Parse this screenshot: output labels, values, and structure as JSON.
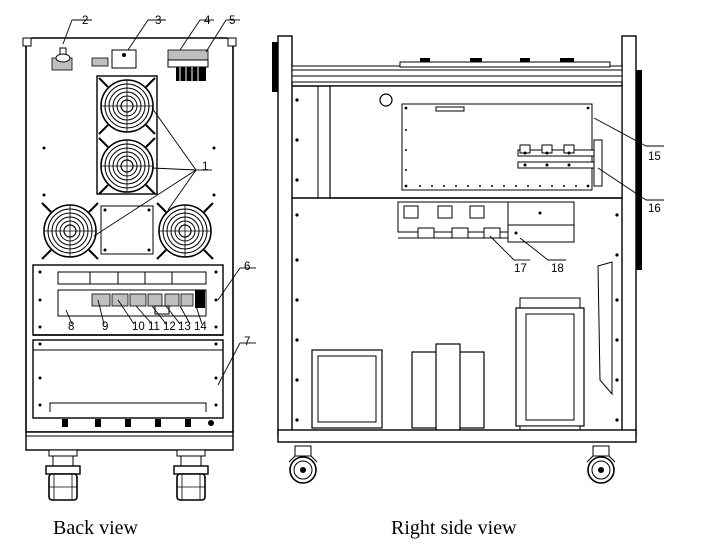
{
  "captions": {
    "back": "Back view",
    "side": "Right side view"
  },
  "callouts": [
    "1",
    "2",
    "3",
    "4",
    "5",
    "6",
    "7",
    "8",
    "9",
    "10",
    "11",
    "12",
    "13",
    "14",
    "15",
    "16",
    "17",
    "18"
  ]
}
